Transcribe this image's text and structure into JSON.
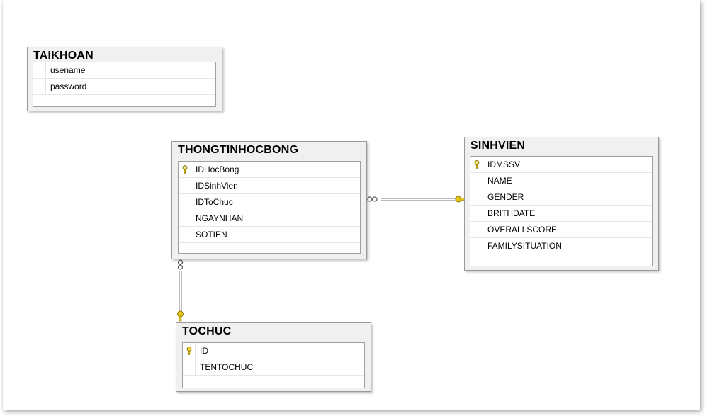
{
  "tables": {
    "taikhoan": {
      "name": "TAIKHOAN",
      "columns": [
        {
          "name": "usename",
          "key": false
        },
        {
          "name": "password",
          "key": false
        }
      ]
    },
    "thongtinhocbong": {
      "name": "THONGTINHOCBONG",
      "columns": [
        {
          "name": "IDHocBong",
          "key": true
        },
        {
          "name": "IDSinhVien",
          "key": false
        },
        {
          "name": "IDToChuc",
          "key": false
        },
        {
          "name": "NGAYNHAN",
          "key": false
        },
        {
          "name": "SOTIEN",
          "key": false
        }
      ]
    },
    "sinhvien": {
      "name": "SINHVIEN",
      "columns": [
        {
          "name": "IDMSSV",
          "key": true
        },
        {
          "name": "NAME",
          "key": false
        },
        {
          "name": "GENDER",
          "key": false
        },
        {
          "name": "BRITHDATE",
          "key": false
        },
        {
          "name": "OVERALLSCORE",
          "key": false
        },
        {
          "name": "FAMILYSITUATION",
          "key": false
        }
      ]
    },
    "tochuc": {
      "name": "TOCHUC",
      "columns": [
        {
          "name": "ID",
          "key": true
        },
        {
          "name": "TENTOCHUC",
          "key": false
        }
      ]
    }
  },
  "colors": {
    "key_icon": "#e6c619",
    "line": "#8a8a8a",
    "box_bg": "#f0f0f0"
  }
}
